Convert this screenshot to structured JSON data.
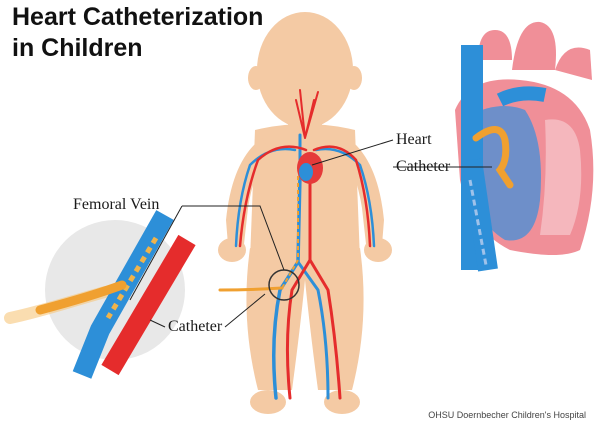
{
  "title": {
    "line1": "Heart Catheterization",
    "line2": "in Children"
  },
  "labels": {
    "heart": "Heart",
    "catheter_top": "Catheter",
    "femoral_vein": "Femoral Vein",
    "catheter_bottom": "Catheter"
  },
  "credit": "OHSU Doernbecher Children's Hospital",
  "colors": {
    "skin": "#f4caa4",
    "vein": "#2d8fd8",
    "artery": "#e52c2c",
    "catheter": "#f0a030",
    "heart_pink": "#f08f98",
    "heart_inner": "#6e8fc9",
    "zoom_bg": "#e8e8e8"
  }
}
